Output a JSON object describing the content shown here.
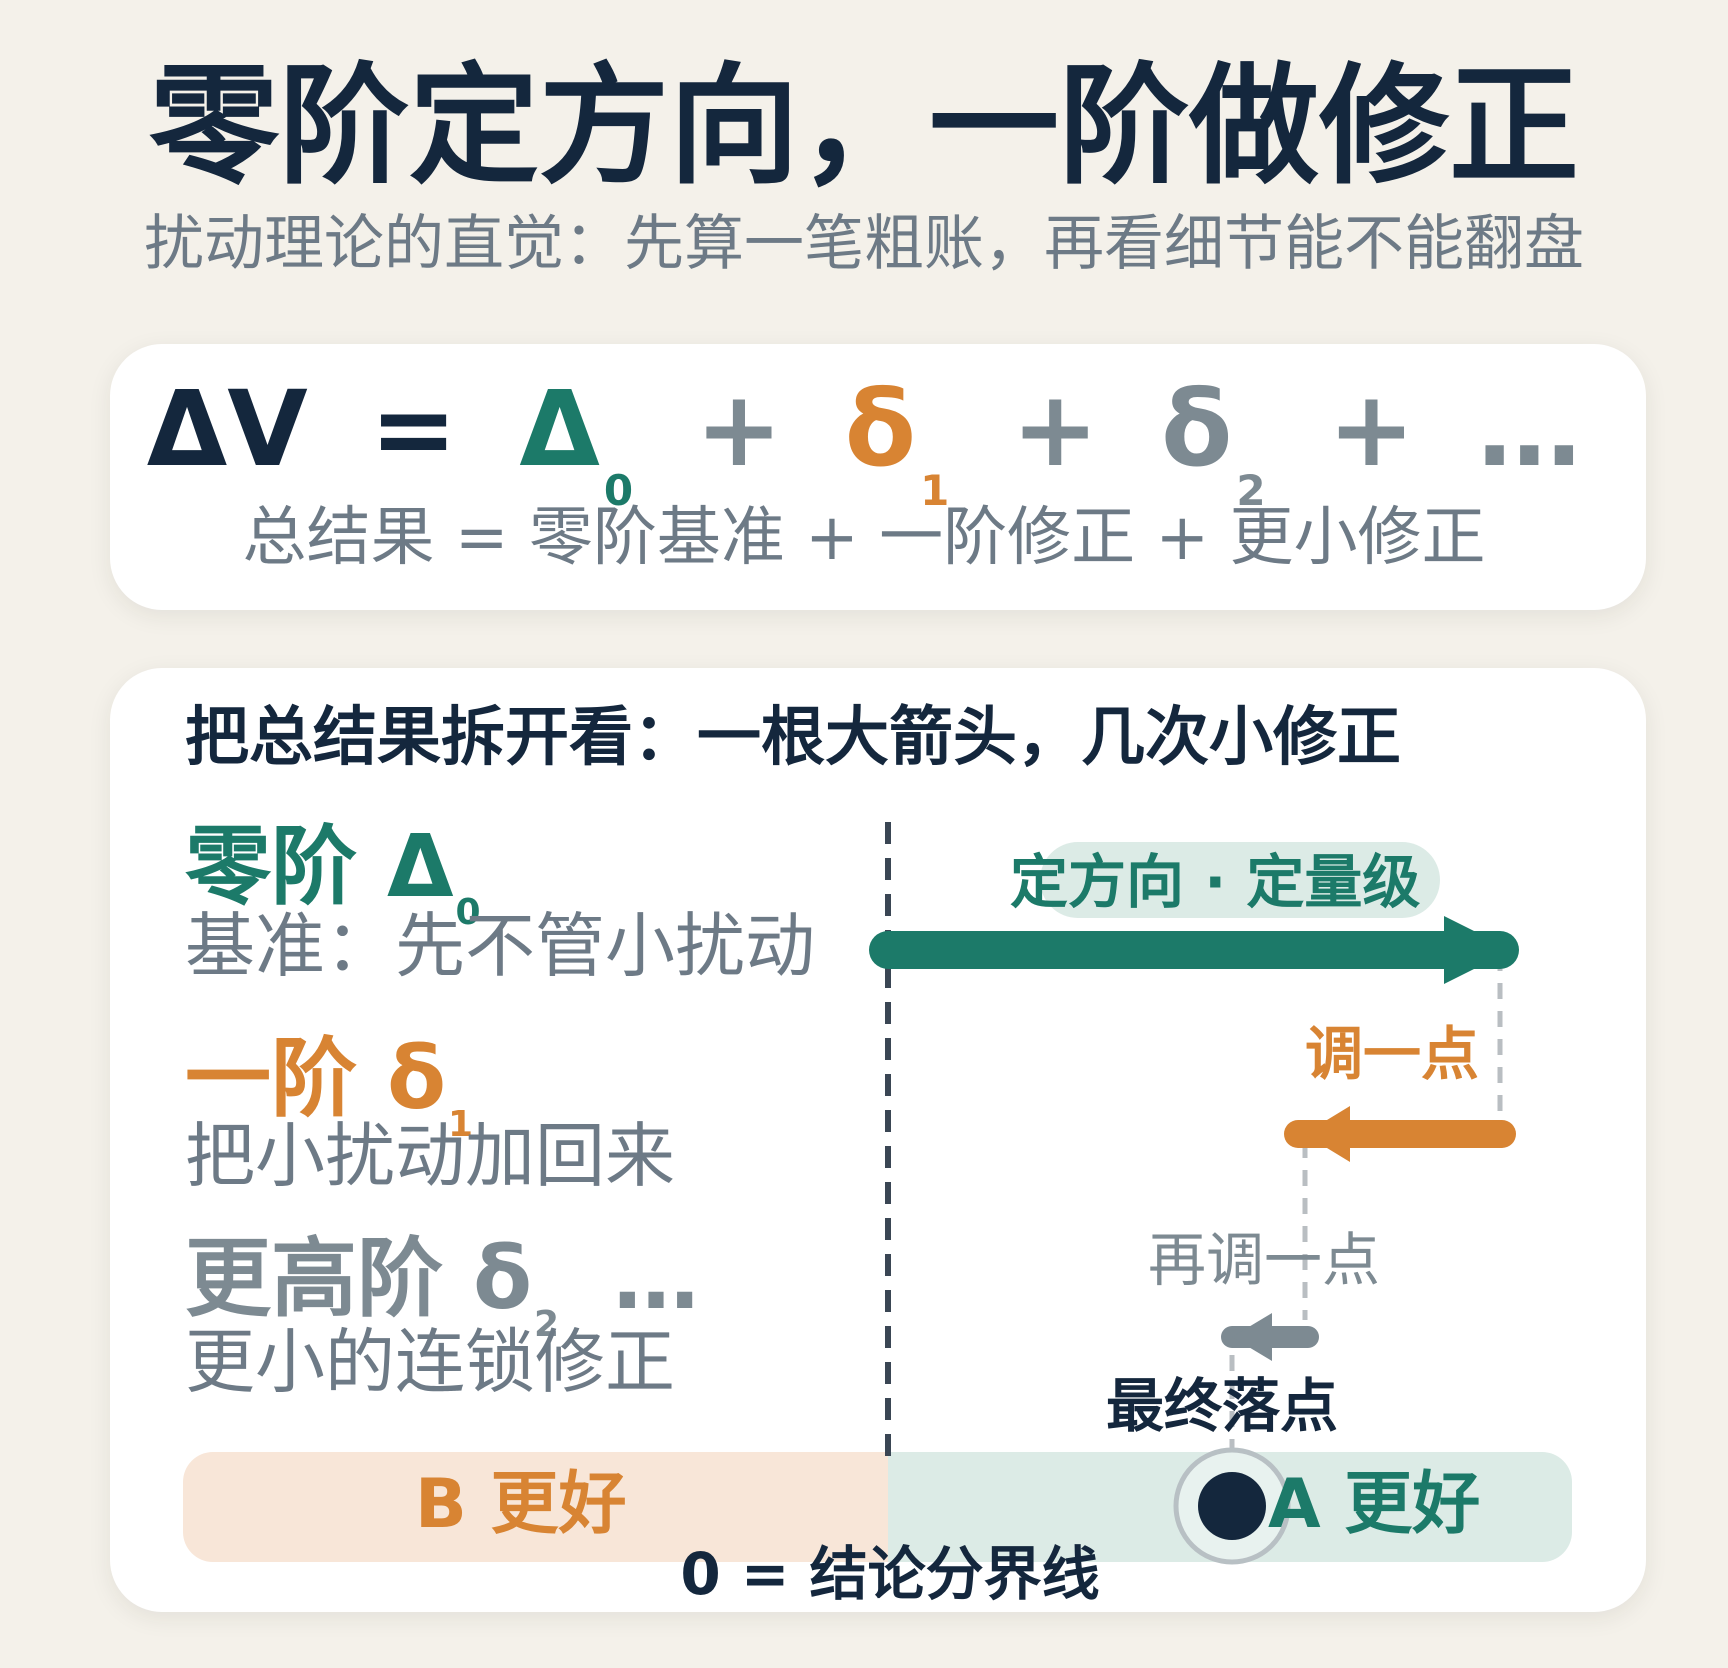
{
  "header": {
    "title": "零阶定方向，一阶做修正",
    "subtitle": "扰动理论的直觉：先算一笔粗账，再看细节能不能翻盘"
  },
  "formula": {
    "lhs": "ΔV",
    "equals": "=",
    "term0": "Δ",
    "term0_sub": "0",
    "plus": "+",
    "term1": "δ",
    "term1_sub": "1",
    "term2": "δ",
    "term2_sub": "2",
    "ellipsis": "…",
    "caption": "总结果 = 零阶基准 + 一阶修正 + 更小修正"
  },
  "breakdown": {
    "title": "把总结果拆开看：一根大箭头，几次小修正",
    "zero_order": {
      "head": "零阶 Δ",
      "sub_index": "0",
      "desc": "基准：先不管小扰动",
      "tag": "定方向 · 定量级"
    },
    "first_order": {
      "head": "一阶 δ",
      "sub_index": "1",
      "desc": "把小扰动加回来",
      "tag": "调一点"
    },
    "higher_order": {
      "head": "更高阶 δ",
      "sub_index": "2",
      "ellipsis": "…",
      "desc": "更小的连锁修正",
      "tag": "再调一点"
    },
    "final_point_label": "最终落点",
    "zone_b_label": "B 更好",
    "zone_a_label": "A 更好",
    "boundary_label": "0 = 结论分界线"
  },
  "colors": {
    "navy": "#14273d",
    "teal": "#1c7a69",
    "orange": "#d88433",
    "gray": "#7d8a92",
    "background": "#f4f1ea"
  }
}
